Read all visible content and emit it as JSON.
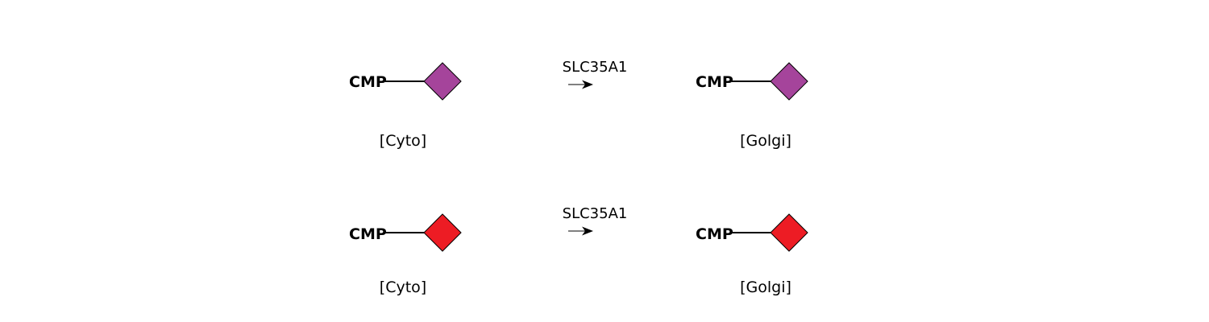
{
  "reactions": [
    {
      "enzyme": "SLC35A1",
      "substrate": {
        "nucleotide": "CMP",
        "sugar_shape": "diamond",
        "sugar_color": "#A5449B",
        "compartment": "[Cyto]"
      },
      "product": {
        "nucleotide": "CMP",
        "sugar_shape": "diamond",
        "sugar_color": "#A5449B",
        "compartment": "[Golgi]"
      }
    },
    {
      "enzyme": "SLC35A1",
      "substrate": {
        "nucleotide": "CMP",
        "sugar_shape": "diamond",
        "sugar_color": "#ED1C24",
        "compartment": "[Cyto]"
      },
      "product": {
        "nucleotide": "CMP",
        "sugar_shape": "diamond",
        "sugar_color": "#ED1C24",
        "compartment": "[Golgi]"
      }
    }
  ]
}
